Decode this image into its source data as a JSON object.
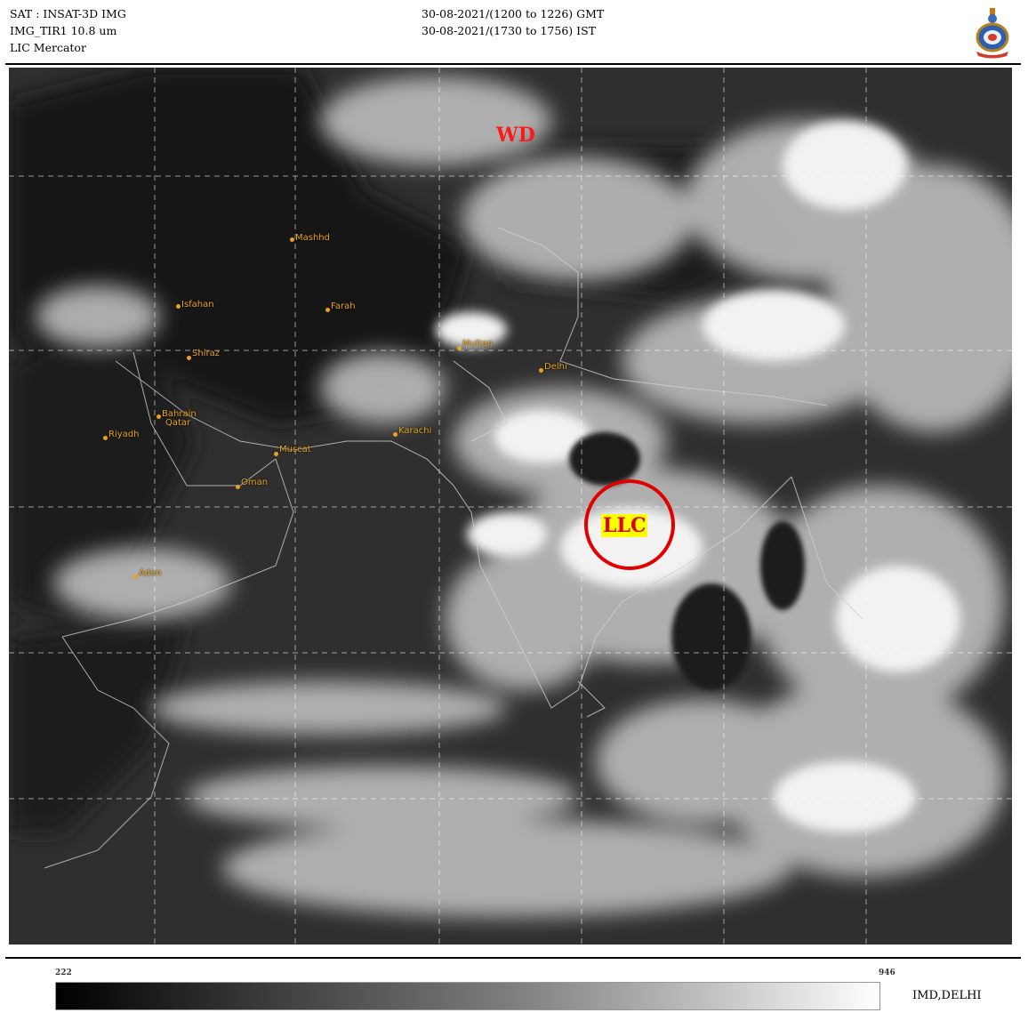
{
  "header": {
    "line1": "SAT : INSAT-3D IMG",
    "line2": "IMG_TIR1 10.8 um",
    "line3": "LIC Mercator",
    "gmt": "30-08-2021/(1200 to 1226) GMT",
    "ist": "30-08-2021/(1730 to 1756) IST",
    "emblem_icon": "imd-emblem-icon"
  },
  "map": {
    "annotations": {
      "wd": "WD",
      "llc": "LLC"
    },
    "places": [
      {
        "name": "Mashhd"
      },
      {
        "name": "Isfahan"
      },
      {
        "name": "Farah"
      },
      {
        "name": "Shiraz"
      },
      {
        "name": "Bahrain"
      },
      {
        "name": "Qatar"
      },
      {
        "name": "Riyadh"
      },
      {
        "name": "Muscat"
      },
      {
        "name": "Oman"
      },
      {
        "name": "Karachi"
      },
      {
        "name": "Aden"
      },
      {
        "name": "Multan"
      },
      {
        "name": "Delhi"
      }
    ]
  },
  "colorbar": {
    "min": "222",
    "max": "946"
  },
  "agency": "IMD,DELHI",
  "colors": {
    "annotation": "#ff1a1a",
    "highlight": "#ffff00",
    "place_label": "#e8a21c"
  }
}
